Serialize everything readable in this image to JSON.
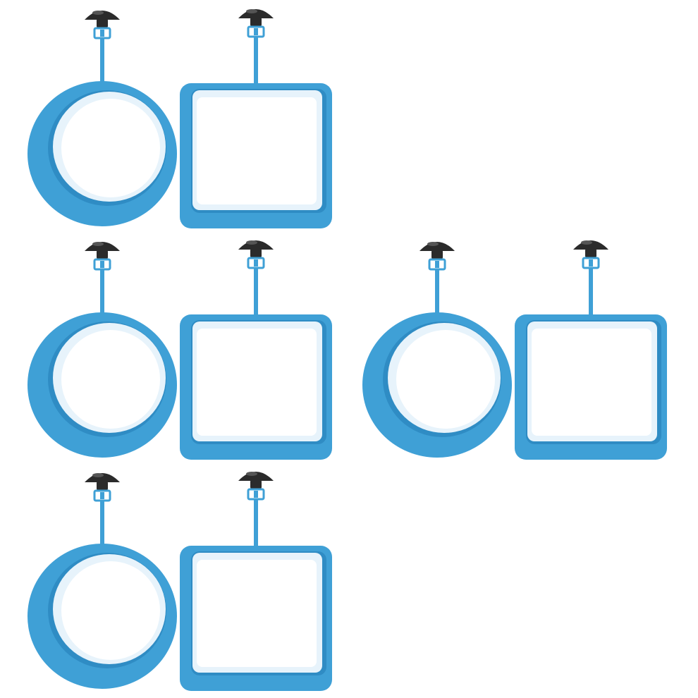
{
  "product": {
    "ring_color": "#3fa0d6",
    "ring_shade": "#2f8cc4",
    "ring_inner": "#e7f3fb",
    "cup_color": "#2b2b2b",
    "cup_highlight": "#555555"
  },
  "sets": [
    {
      "id": "set-1",
      "items": [
        "round-feeding-ring",
        "square-feeding-ring"
      ]
    },
    {
      "id": "set-2",
      "items": [
        "round-feeding-ring",
        "square-feeding-ring"
      ]
    },
    {
      "id": "set-3",
      "items": [
        "round-feeding-ring",
        "square-feeding-ring"
      ]
    },
    {
      "id": "set-4",
      "items": [
        "round-feeding-ring",
        "square-feeding-ring"
      ]
    }
  ]
}
